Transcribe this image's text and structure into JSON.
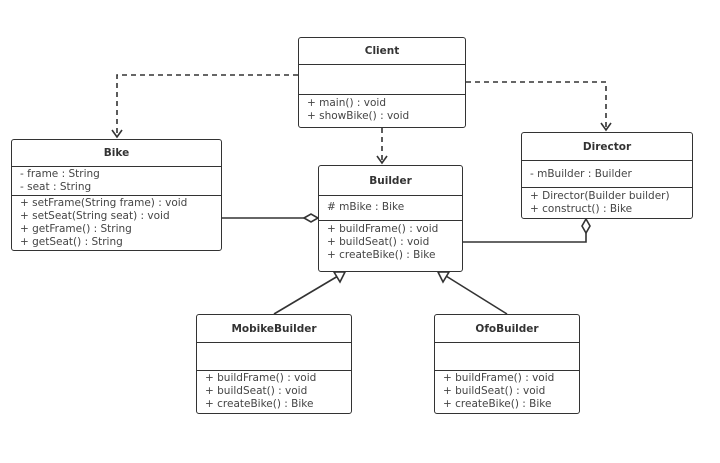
{
  "classes": {
    "client": {
      "name": "Client",
      "attributes": [],
      "methods": [
        "+ main() : void",
        "+ showBike() : void"
      ]
    },
    "bike": {
      "name": "Bike",
      "attributes": [
        "- frame : String",
        "- seat : String"
      ],
      "methods": [
        "+ setFrame(String frame) : void",
        "+ setSeat(String seat) : void",
        "+ getFrame() : String",
        "+ getSeat() : String"
      ]
    },
    "builder": {
      "name": "Builder",
      "attributes": [
        "# mBike : Bike"
      ],
      "methods": [
        "+ buildFrame() : void",
        "+ buildSeat() : void",
        "+ createBike() : Bike"
      ]
    },
    "director": {
      "name": "Director",
      "attributes": [
        "- mBuilder : Builder"
      ],
      "methods": [
        "+ Director(Builder builder)",
        "+ construct() : Bike"
      ]
    },
    "mobike": {
      "name": "MobikeBuilder",
      "attributes": [],
      "methods": [
        "+ buildFrame() : void",
        "+ buildSeat() : void",
        "+ createBike() : Bike"
      ]
    },
    "ofo": {
      "name": "OfoBuilder",
      "attributes": [],
      "methods": [
        "+ buildFrame() : void",
        "+ buildSeat() : void",
        "+ createBike() : Bike"
      ]
    }
  },
  "relations": [
    {
      "from": "Client",
      "to": "Bike",
      "type": "dependency"
    },
    {
      "from": "Client",
      "to": "Builder",
      "type": "dependency"
    },
    {
      "from": "Client",
      "to": "Director",
      "type": "dependency"
    },
    {
      "from": "Bike",
      "to": "Builder",
      "type": "aggregation"
    },
    {
      "from": "Builder",
      "to": "Director",
      "type": "aggregation"
    },
    {
      "from": "MobikeBuilder",
      "to": "Builder",
      "type": "generalization"
    },
    {
      "from": "OfoBuilder",
      "to": "Builder",
      "type": "generalization"
    }
  ]
}
